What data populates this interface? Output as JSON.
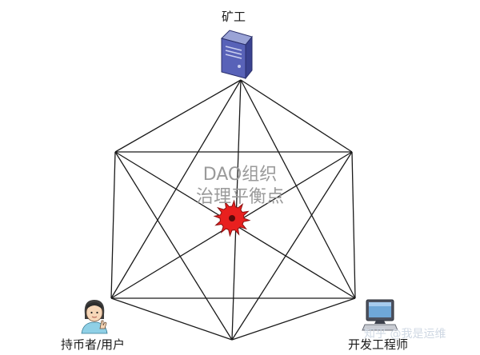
{
  "diagram": {
    "center_title_line1": "DAO组织",
    "center_title_line2": "治理平衡点",
    "nodes": {
      "top": {
        "label": "矿工",
        "icon": "server-icon"
      },
      "bottom_left": {
        "label": "持币者/用户",
        "icon": "user-icon"
      },
      "bottom_right": {
        "label": "开发工程师",
        "icon": "computer-icon"
      }
    },
    "center_icon": "balance-point-icon",
    "accent_color": "#e8201f"
  },
  "watermark": "知乎 @我是运维"
}
